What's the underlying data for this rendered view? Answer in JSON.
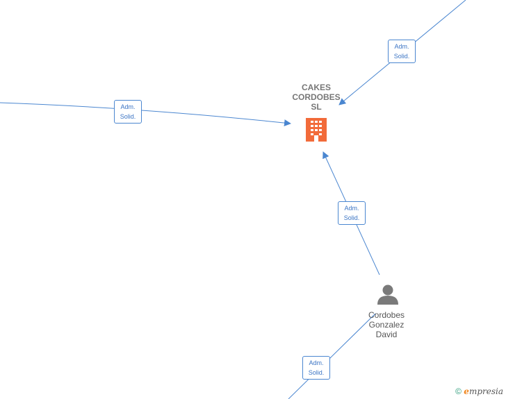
{
  "company": {
    "name_lines": [
      "CAKES",
      "CORDOBES",
      "SL"
    ],
    "icon": "building-icon",
    "color": "#f26b3a"
  },
  "person": {
    "name_lines": [
      "Cordobes",
      "Gonzalez",
      "David"
    ],
    "icon": "person-icon",
    "color": "#7a7a7a"
  },
  "edges": [
    {
      "id": "edge-left",
      "label_lines": [
        "Adm.",
        "Solid."
      ]
    },
    {
      "id": "edge-top-right",
      "label_lines": [
        "Adm.",
        "Solid."
      ]
    },
    {
      "id": "edge-person",
      "label_lines": [
        "Adm.",
        "Solid."
      ]
    },
    {
      "id": "edge-bottom",
      "label_lines": [
        "Adm.",
        "Solid."
      ]
    }
  ],
  "edge_color": "#4a86d0",
  "footer": {
    "copyright_symbol": "©",
    "brand_initial": "e",
    "brand_rest": "mpresia"
  }
}
